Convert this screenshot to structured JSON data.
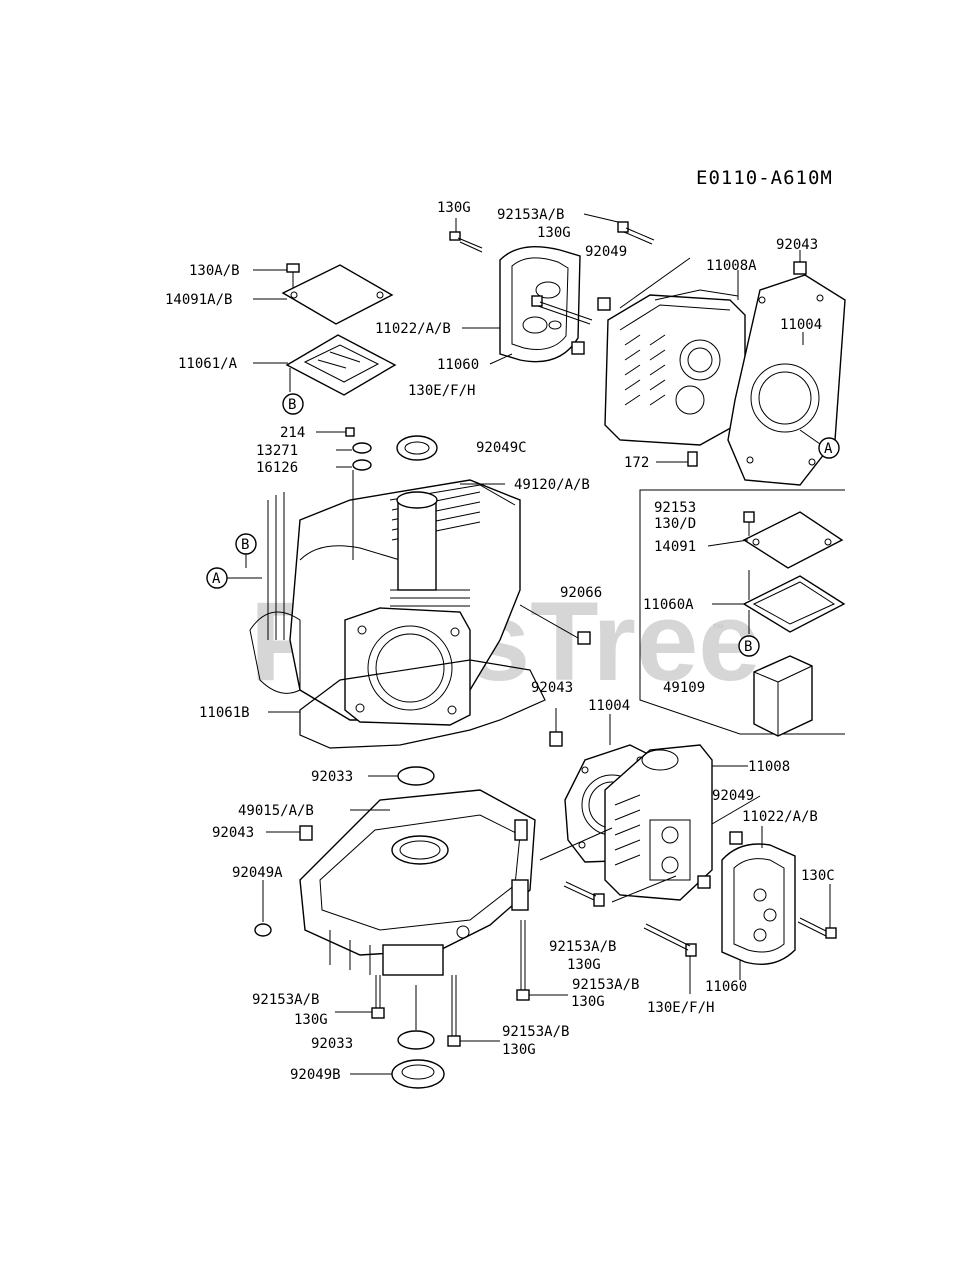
{
  "diagram_code": "E0110-A610M",
  "watermark": "PartsTree",
  "watermark_tm": "™",
  "labels": {
    "l130g_top": "130G",
    "l92153ab_top": "92153A/B",
    "l130g_top2": "130G",
    "l92049_top": "92049",
    "l11008a": "11008A",
    "l92043_top": "92043",
    "l11004_top": "11004",
    "l130ab": "130A/B",
    "l14091ab": "14091A/B",
    "l11022ab_top": "11022/A/B",
    "l11060_top": "11060",
    "l11061a": "11061/A",
    "l130efh_top": "130E/F/H",
    "l214": "214",
    "l13271": "13271",
    "l16126": "16126",
    "l92049c": "92049C",
    "l49120ab": "49120/A/B",
    "l172": "172",
    "l92153_box": "92153",
    "l130d_box": "130/D",
    "l14091_box": "14091",
    "l11060a_box": "11060A",
    "l49109_box": "49109",
    "l92066": "92066",
    "l92043_mid": "92043",
    "l11004_mid": "11004",
    "l11061b": "11061B",
    "l11008": "11008",
    "l92033_top": "92033",
    "l92049_mid": "92049",
    "l11022ab_bot": "11022/A/B",
    "l49015ab": "49015/A/B",
    "l92043_bot": "92043",
    "l130c": "130C",
    "l92049a": "92049A",
    "l92153ab_mid": "92153A/B",
    "l130g_mid": "130G",
    "l92153ab_mid2": "92153A/B",
    "l130g_mid2": "130G",
    "l11060_bot": "11060",
    "l130efh_bot": "130E/F/H",
    "l92153ab_bl": "92153A/B",
    "l130g_bl": "130G",
    "l92153ab_bm": "92153A/B",
    "l130g_bm": "130G",
    "l92033_bot": "92033",
    "l92049b": "92049B"
  },
  "callouts": {
    "b_top": "B",
    "a_right": "A",
    "b_left": "B",
    "a_left": "A",
    "b_box": "B"
  }
}
